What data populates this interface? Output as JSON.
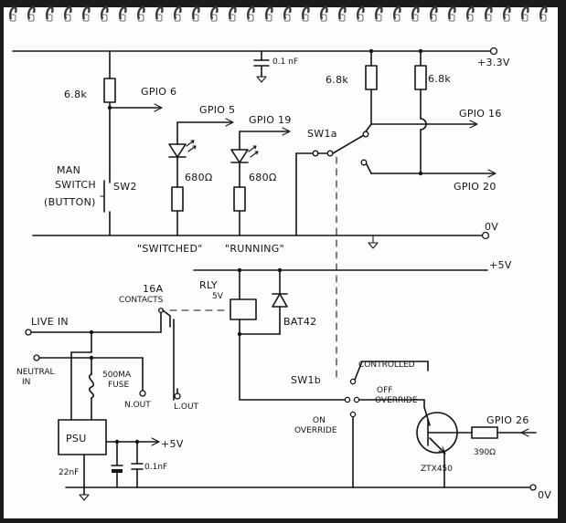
{
  "rails": {
    "v33": "+3.3V",
    "v0_top": "0V",
    "v5_top": "+5V",
    "v5_psu": "+5V",
    "v0_bottom": "0V"
  },
  "resistors": {
    "r_man": "6.8k",
    "r_sw1a_left": "6.8k",
    "r_sw1a_right": "6.8k",
    "r_led1": "680Ω",
    "r_led2": "680Ω",
    "r_base": "390Ω"
  },
  "capacitors": {
    "c_top": "0.1 nF",
    "c_psu_elec": "22nF",
    "c_psu": "0.1nF"
  },
  "gpio": {
    "gpio6": "GPIO 6",
    "gpio5": "GPIO 5",
    "gpio19": "GPIO 19",
    "gpio16": "GPIO 16",
    "gpio20": "GPIO 20",
    "gpio26": "GPIO 26"
  },
  "switches": {
    "man_line1": "MAN",
    "man_line2": "SWITCH",
    "man_line3": "(BUTTON)",
    "sw2": "SW2",
    "sw1a": "SW1a",
    "sw1b": "SW1b",
    "controlled": "CONTROLLED",
    "off_override_1": "OFF",
    "off_override_2": "OVERRIDE",
    "on_override_1": "ON",
    "on_override_2": "OVERRIDE"
  },
  "leds": {
    "switched": "\"SWITCHED\"",
    "running": "\"RUNNING\""
  },
  "relay": {
    "name": "RLY",
    "voltage": "5V",
    "contacts_rating": "16A",
    "contacts_label": "CONTACTS",
    "diode": "BAT42"
  },
  "mains": {
    "live_in": "LIVE IN",
    "neutral_in_1": "NEUTRAL",
    "neutral_in_2": "IN",
    "fuse_1": "500MA",
    "fuse_2": "FUSE",
    "n_out": "N.OUT",
    "l_out": "L.OUT",
    "psu": "PSU"
  },
  "transistor": {
    "part": "ZTX450"
  }
}
